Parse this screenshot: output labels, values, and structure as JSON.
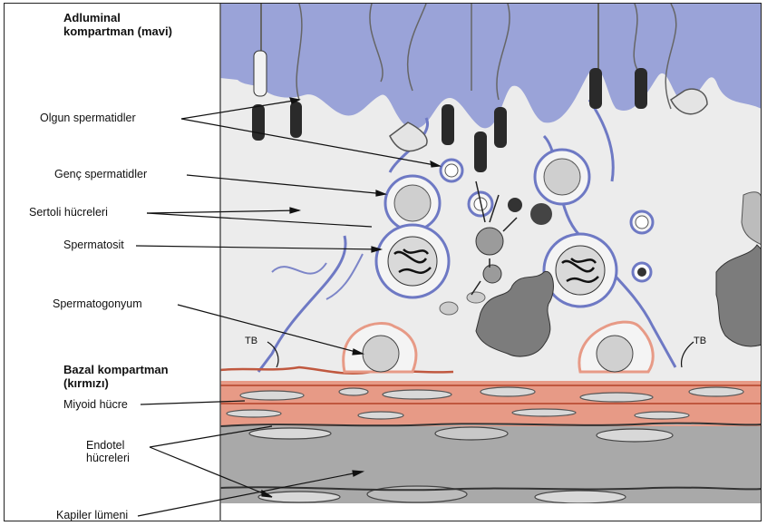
{
  "labels": {
    "adluminal_line1": "Adluminal",
    "adluminal_line2": "kompartman (mavi)",
    "olgun": "Olgun spermatidler",
    "genc": "Genç spermatidler",
    "sertoli": "Sertoli hücreleri",
    "spermatosit": "Spermatosit",
    "spermatogonyum": "Spermatogonyum",
    "tb_left": "TB",
    "tb_right": "TB",
    "bazal_line1": "Bazal kompartman",
    "bazal_line2": "(kırmızı)",
    "miyoid": "Miyoid hücre",
    "endotel_line1": "Endotel",
    "endotel_line2": "hücreleri",
    "kapiler": "Kapiler lümeni"
  },
  "colors": {
    "adluminal_blue": "#9aa3d8",
    "membrane_blue": "#6e79c4",
    "basal_red": "#e79a86",
    "sertoli_fill": "#ececec",
    "capillary_gray": "#a9a9a9",
    "dark_cell": "#7c7c7c"
  }
}
